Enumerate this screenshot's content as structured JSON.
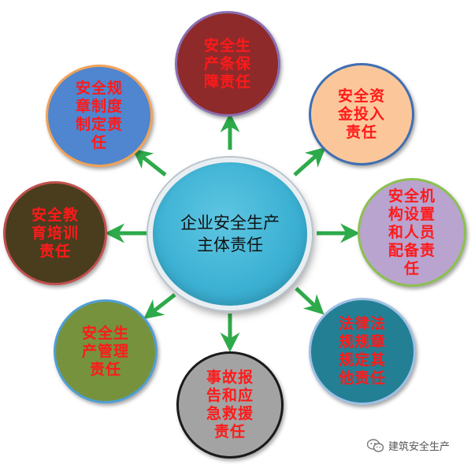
{
  "center": {
    "label": "企业安全生产\n主体责任"
  },
  "nodes": [
    {
      "id": "top",
      "label": "安全生\n产条保\n障责任",
      "fill": "#8f2a2b",
      "border": "#8a6fb0"
    },
    {
      "id": "top-right",
      "label": "安全资\n金投入\n责任",
      "fill": "#fbc79a",
      "border": "#3f6fb2"
    },
    {
      "id": "right",
      "label": "安全机\n构设置\n和人员\n配备责\n任",
      "fill": "#b9a3cf",
      "border": "#8cc04f"
    },
    {
      "id": "bottom-right",
      "label": "法律法\n规规章\n规定其\n他责任",
      "fill": "#237f94",
      "border": "#9ec0e4"
    },
    {
      "id": "bottom",
      "label": "事故报\n告和应\n急救援\n责任",
      "fill": "#a3a3a3",
      "border": "#1a1a1a"
    },
    {
      "id": "bottom-left",
      "label": "安全生\n产管理\n责任",
      "fill": "#76923c",
      "border": "#4f9fd6"
    },
    {
      "id": "left",
      "label": "安全教\n育培训\n责任",
      "fill": "#4a3d1e",
      "border": "#c0504d"
    },
    {
      "id": "top-left",
      "label": "安全规\n章制度\n制定责\n任",
      "fill": "#4f86cf",
      "border": "#f2a257"
    }
  ],
  "arrow_color": "#2eaa4a",
  "watermark": {
    "text": "建筑安全生产",
    "icon": "wechat-icon"
  }
}
